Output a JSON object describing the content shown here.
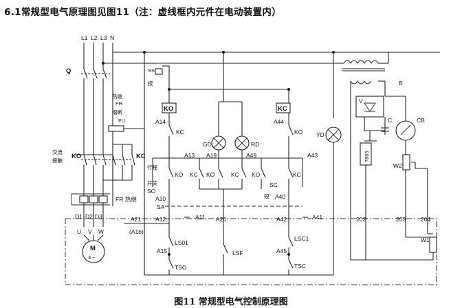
{
  "heading": "6.1常规型电气原理图见图11（注：虚线框内元件在电动装置内）",
  "caption": "图11 常规型电气控制原理图",
  "labels": {
    "L1": "L1",
    "L2": "L2",
    "L3": "L3",
    "N": "N",
    "Q": "Q",
    "KO_left": "KO",
    "KC_left": "KC",
    "contactor_label": "交流\n接触",
    "contactor_1": "交流",
    "contactor_2": "接触",
    "FR_left": "FR 热继",
    "FR_top": "热继",
    "FR": "FR",
    "fuse": "熔断",
    "FU": "FU",
    "D1": "D1",
    "D2": "D2",
    "D3": "D3",
    "U": "U",
    "V_phase": "V",
    "W": "W",
    "M": "M",
    "M3": "3 ~",
    "A21": "A21",
    "A1b": "(A1b)",
    "SS": "SS",
    "an": "按",
    "KO_coil": "KO",
    "KC_coil": "KC",
    "A14": "A14",
    "A44": "A44",
    "KC_nc1": "KC",
    "KO_nc1": "KO",
    "GD": "GD",
    "RD": "RD",
    "YD": "YD",
    "A13": "A13",
    "A19": "A19",
    "A49": "A49",
    "A43": "A43",
    "xingcheng": "行程",
    "kaiguan": "开关",
    "SO": "SO",
    "KO_c1": "KO",
    "KC_c1": "KC",
    "KO_c2": "KO",
    "KC_c2": "KC",
    "KO_c3": "KO",
    "KC_c3": "KC",
    "SC": "SC",
    "duan": "短",
    "A10": "A10",
    "A40": "A40",
    "SA": "SA",
    "A12": "A12",
    "A11": "A11",
    "A20": "A20",
    "A42": "A42",
    "A41": "A41",
    "LS01": "LS01",
    "LSF": "LSF",
    "LSC1": "LSC1",
    "A15": "A15",
    "A45": "A45",
    "TSO": "TSO",
    "TSC": "TSC",
    "B": "B",
    "C": "C",
    "CB": "CB",
    "V_bridge": "V",
    "reg": "7805",
    "W2": "W2",
    "W1": "W1",
    "n202": "202",
    "n203": "203",
    "n204": "204"
  }
}
